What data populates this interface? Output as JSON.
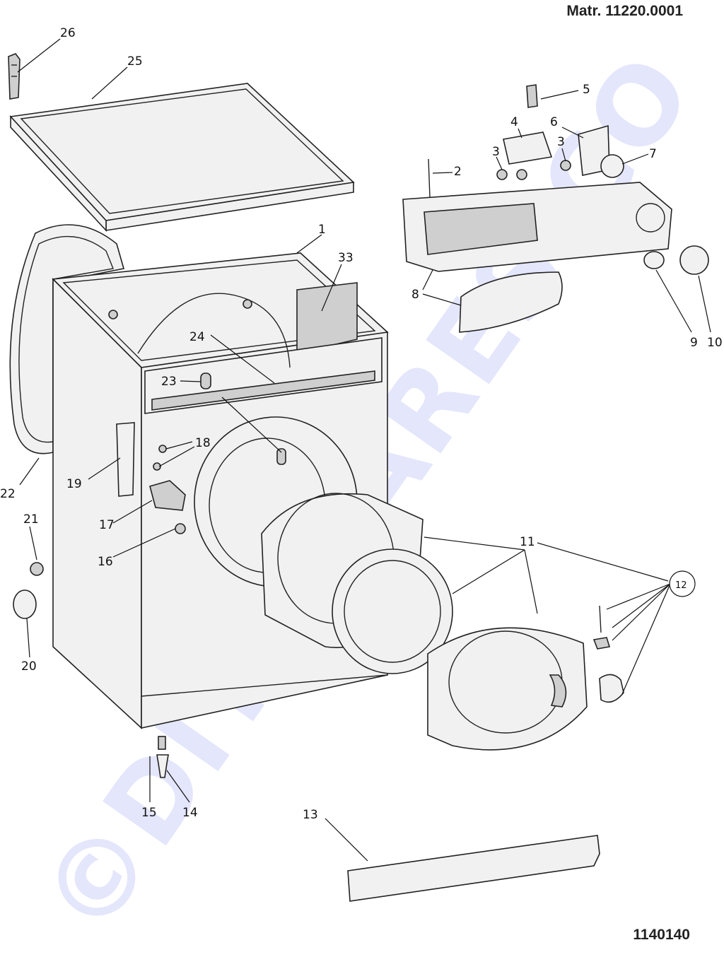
{
  "header": {
    "model": "Matr. 11220.0001"
  },
  "footer": {
    "drawing_number": "1140140"
  },
  "watermark": "©DIY-SPARES.CO",
  "callouts": [
    "1",
    "2",
    "3",
    "3",
    "4",
    "5",
    "6",
    "7",
    "8",
    "9",
    "10",
    "11",
    "12",
    "13",
    "14",
    "15",
    "16",
    "17",
    "18",
    "19",
    "20",
    "21",
    "22",
    "23",
    "24",
    "25",
    "26",
    "33"
  ]
}
